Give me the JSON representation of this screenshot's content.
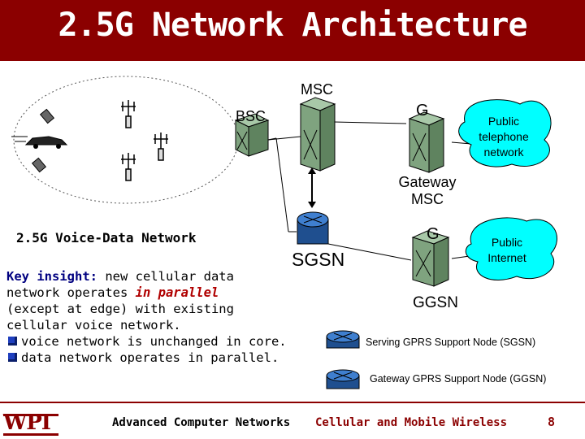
{
  "slide": {
    "title": "2.5G  Network Architecture",
    "page_number": "8"
  },
  "diagram": {
    "msc": "MSC",
    "bsc": "BSC",
    "g_top": "G",
    "public_phone": [
      "Public",
      "telephone",
      "network"
    ],
    "gateway_msc": [
      "Gateway",
      "MSC"
    ],
    "g_bottom": "G",
    "public_internet": [
      "Public",
      "Internet"
    ],
    "sgsn": "SGSN",
    "ggsn": "GGSN"
  },
  "section_heading": "2.5G Voice-Data Network",
  "insight": {
    "key": "Key insight:",
    "line1_rest": " new cellular data",
    "line2_pre": "network operates ",
    "line2_hl": "in parallel",
    "line3": "(except at edge) with existing",
    "line4": "cellular voice network.",
    "bullets": [
      "voice network is unchanged in core.",
      "data network operates in parallel."
    ]
  },
  "legend": {
    "sgsn_label": "Serving GPRS Support Node (SGSN)",
    "ggsn_label": "Gateway GPRS Support Node (GGSN)"
  },
  "footer": {
    "logo": "WPI",
    "left": "Advanced Computer Networks",
    "center": "Cellular and Mobile Wireless"
  },
  "colors": {
    "title_bg": "#8b0000",
    "cloud": "#00ffff",
    "switch_green": "#7fa37f",
    "router_blue": "#2f5f9f"
  }
}
